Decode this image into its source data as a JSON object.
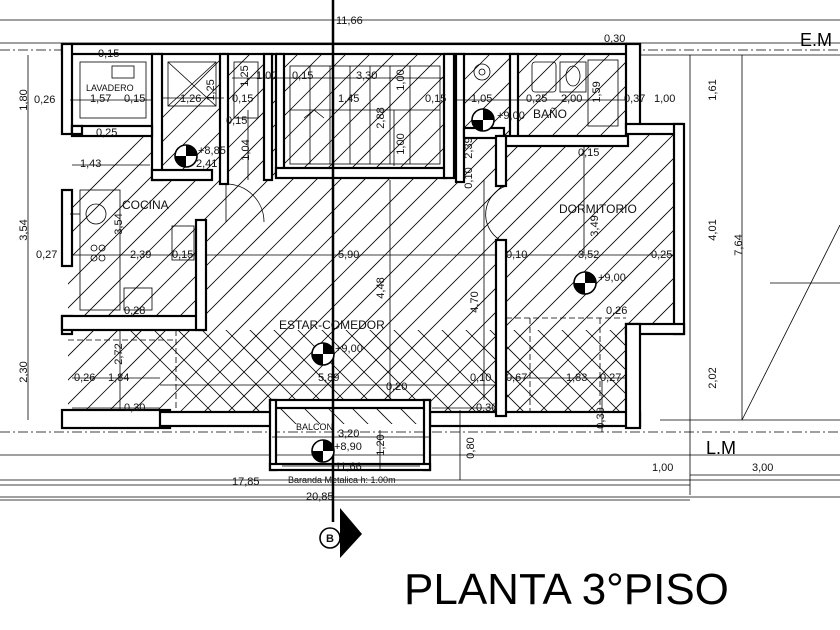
{
  "title": "PLANTA 3°PISO",
  "labels": {
    "em": "E.M",
    "lm": "L.M",
    "section_marker": "B"
  },
  "rooms": {
    "lavadero": "LAVADERO",
    "cocina": "COCINA",
    "bano": "BAÑO",
    "dormitorio": "DORMITORIO",
    "estar_comedor": "ESTAR-COMEDOR",
    "balcon": "BALCON"
  },
  "levels": {
    "bano": "+9,00",
    "cocina_bath": "+8,85",
    "dormitorio": "+9,00",
    "estar": "+9,00",
    "balcon": "+8,90"
  },
  "note": "Baranda Metalica h: 1.00m",
  "dimensions": {
    "top_total": "11,66",
    "top_right": "0,30",
    "bottom_total": "11,66",
    "site_1785": "17,85",
    "site_2085": "20,85",
    "r_100": "1,00",
    "r_300": "3,00",
    "left_180": "1,80",
    "left_354": "3,54",
    "left_230": "2,30",
    "right_161": "1,61",
    "right_401": "4,01",
    "right_764": "7,64",
    "right_202": "2,02",
    "d_015a": "0,15",
    "d_026a": "0,26",
    "d_157": "1,57",
    "d_015b": "0,15",
    "d_126": "1,26",
    "d_125a": "1,25",
    "d_015c": "0,15",
    "d_125b": "1,25",
    "d_100a": "1,00",
    "d_015d": "0,15",
    "d_330": "3,30",
    "d_100b": "1,00",
    "d_145": "1,45",
    "d_015e": "0,15",
    "d_105": "1,05",
    "d_025a": "0,25",
    "d_200": "2,00",
    "d_159": "1,59",
    "d_037": "0,37",
    "d_100c": "1,00",
    "d_015f": "0,15",
    "d_025b": "0,25",
    "d_143": "1,43",
    "d_241": "2,41",
    "d_104": "1,04",
    "d_288": "2,88",
    "d_100d": "1,00",
    "d_239": "2,39",
    "d_010a": "0,10",
    "d_015g": "0,15",
    "d_354b": "3,54",
    "d_027a": "0,27",
    "d_239b": "2,39",
    "d_015h": "0,15",
    "d_590": "5,90",
    "d_010b": "0,10",
    "d_352": "3,52",
    "d_025c": "0,25",
    "d_349": "3,49",
    "d_026b": "0,26",
    "d_028": "0,28",
    "d_448": "4,48",
    "d_470": "4,70",
    "d_272": "2,72",
    "d_026c": "0,26",
    "d_184": "1,84",
    "d_589": "5,89",
    "d_020": "0,20",
    "d_010c": "0,10",
    "d_067": "0,67",
    "d_183": "1,83",
    "d_027b": "0,27",
    "d_030a": "0,30",
    "d_030b": "0,30",
    "d_030c": "0,30",
    "d_320": "3,20",
    "d_120": "1,20",
    "d_080": "0,80"
  }
}
